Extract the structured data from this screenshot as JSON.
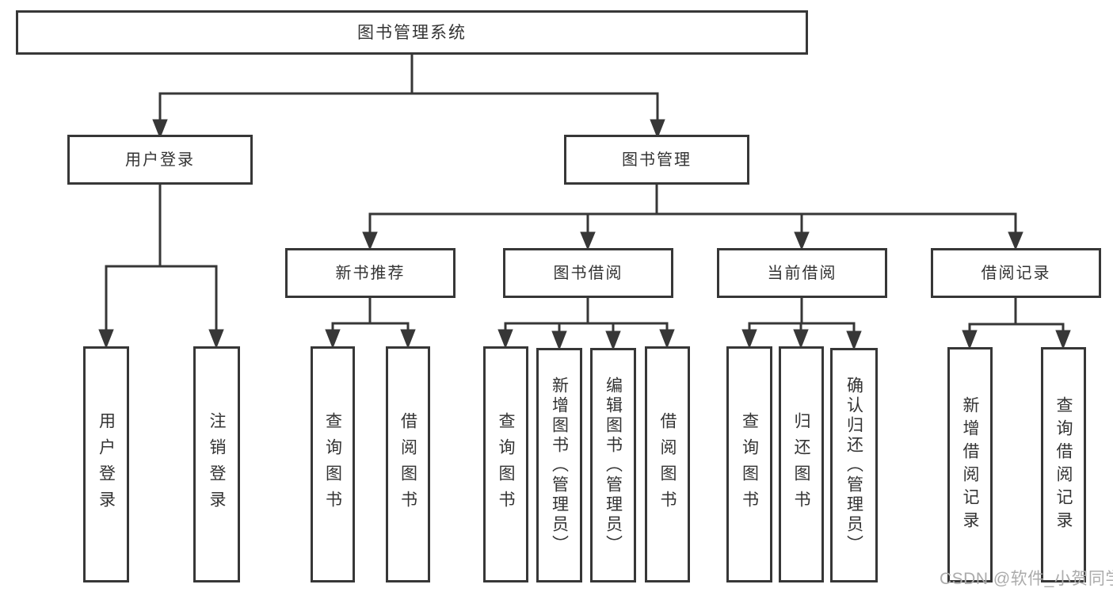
{
  "diagram": {
    "root": {
      "label": "图书管理系统"
    },
    "branches": [
      {
        "label": "用户登录",
        "children": [
          {
            "label": "用户登录"
          },
          {
            "label": "注销登录"
          }
        ]
      },
      {
        "label": "图书管理",
        "children": [
          {
            "label": "新书推荐",
            "children": [
              {
                "label": "查询图书"
              },
              {
                "label": "借阅图书"
              }
            ]
          },
          {
            "label": "图书借阅",
            "children": [
              {
                "label": "查询图书"
              },
              {
                "label": "新增图书（管理员）"
              },
              {
                "label": "编辑图书（管理员）"
              },
              {
                "label": "借阅图书"
              }
            ]
          },
          {
            "label": "当前借阅",
            "children": [
              {
                "label": "查询图书"
              },
              {
                "label": "归还图书"
              },
              {
                "label": "确认归还（管理员）"
              }
            ]
          },
          {
            "label": "借阅记录",
            "children": [
              {
                "label": "新增借阅记录"
              },
              {
                "label": "查询借阅记录"
              }
            ]
          }
        ]
      }
    ],
    "watermark": "CSDN @软件_小贺同学",
    "colors": {
      "line": "#373737",
      "box_border": "#373737",
      "text": "#333333",
      "background": "#ffffff",
      "watermark": "#ababab"
    }
  }
}
